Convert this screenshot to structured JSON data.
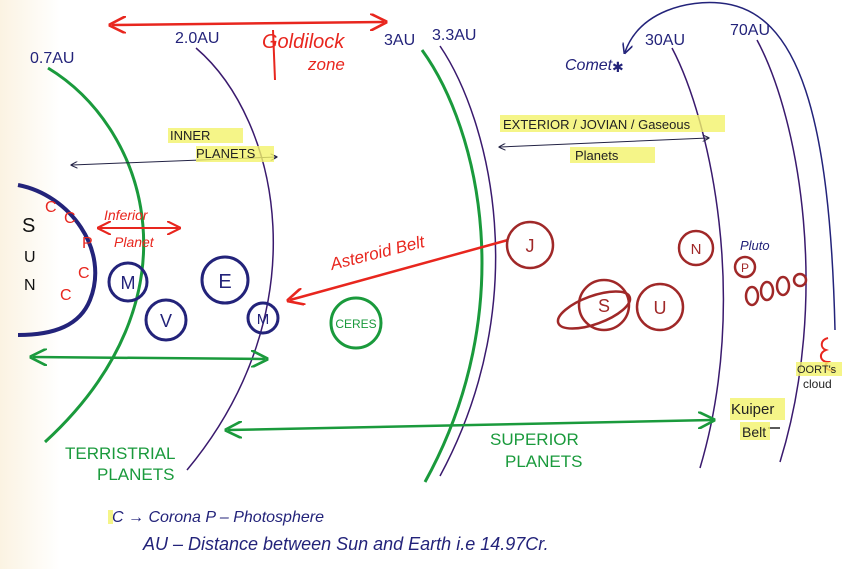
{
  "colors": {
    "navy": "#23237a",
    "purple": "#3a1a6e",
    "green": "#1a9a3c",
    "red": "#e8261e",
    "maroon": "#a02828",
    "highlight": "#f3f36a"
  },
  "distances": {
    "d1": "0.7AU",
    "d2": "2.0AU",
    "d3": "3AU",
    "d4": "3.3AU",
    "d5": "30AU",
    "d6": "70AU"
  },
  "goldilock": {
    "line1": "Goldilock",
    "line2": "zone"
  },
  "comet": "Comet",
  "inner": {
    "line1": "INNER",
    "line2": "PLANETS"
  },
  "exterior": {
    "line1": "EXTERIOR / JOVIAN / Gaseous",
    "line2": "Planets"
  },
  "sun": {
    "letters": [
      "S",
      "U",
      "N"
    ],
    "c1": "C",
    "c2": "C",
    "p": "P",
    "c3": "C",
    "c4": "C"
  },
  "inferior": {
    "line1": "Inferior",
    "line2": "Planet"
  },
  "asteroid_belt": "Asteroid Belt",
  "planets": {
    "mercury": "M",
    "venus": "V",
    "earth": "E",
    "mars": "M",
    "ceres": "CERES",
    "jupiter": "J",
    "saturn": "S",
    "uranus": "U",
    "neptune": "N",
    "pluto": "P",
    "pluto_label": "Pluto"
  },
  "oort": {
    "line1": "OORT's",
    "line2": "cloud"
  },
  "kuiper": {
    "line1": "Kuiper",
    "line2": "Belt"
  },
  "terrestrial": {
    "line1": "TERRISTRIAL",
    "line2": "PLANETS"
  },
  "superior": {
    "line1": "SUPERIOR",
    "line2": "PLANETS"
  },
  "legend": {
    "line1": "C → Corona   P – Photosphere",
    "line2": "AU – Distance between Sun and Earth i.e 14.97Cr."
  }
}
